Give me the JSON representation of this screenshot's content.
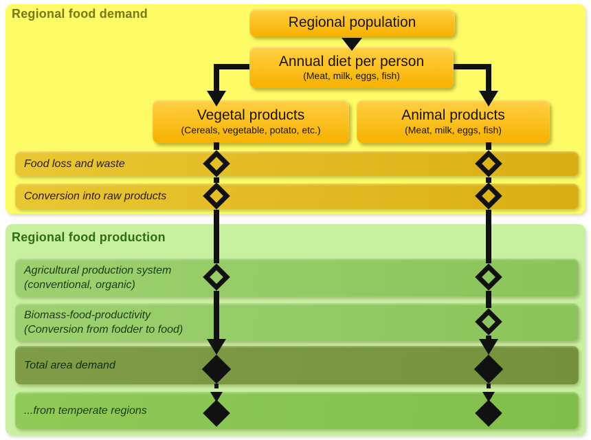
{
  "colors": {
    "panel-yellow": "#fdfb66",
    "panel-green": "#c9efa0",
    "box-top": "#ffd044",
    "box-bottom": "#f7b100",
    "box-text": "#1b1302",
    "gold-bar-left": "#e9c733",
    "gold-bar-right": "#d9ae14",
    "green-bar-left": "#9dd170",
    "green-bar-right": "#8ac45a",
    "olive-bar-left": "#7f9d46",
    "olive-bar-right": "#74913c",
    "bright-bar-left": "#90ca58",
    "bright-bar-right": "#80be4a",
    "demand-title": "#7c7614",
    "production-title": "#2e6e14",
    "bar-text-demand": "#2b1b00",
    "bar-text-production": "#1c3a09",
    "bar-text-total": "#18290a",
    "line-black": "#111111"
  },
  "demand": {
    "title": "Regional food demand",
    "population": "Regional population",
    "diet_title": "Annual diet per person",
    "diet_sub": "(Meat, milk, eggs, fish)",
    "vegetal_title": "Vegetal products",
    "vegetal_sub": "(Cereals, vegetable, potato, etc.)",
    "animal_title": "Animal products",
    "animal_sub": "(Meat, milk, eggs, fish)",
    "bars": [
      {
        "label": "Food loss and waste"
      },
      {
        "label": "Conversion into raw products"
      }
    ]
  },
  "production": {
    "title": "Regional food production",
    "bars": [
      {
        "line1": "Agricultural production system",
        "line2": "(conventional, organic)"
      },
      {
        "line1": "Biomass-food-productivity",
        "line2": "(Conversion from fodder to food)"
      },
      {
        "line1": "Total area demand"
      },
      {
        "line1": "...from temperate regions"
      }
    ]
  }
}
